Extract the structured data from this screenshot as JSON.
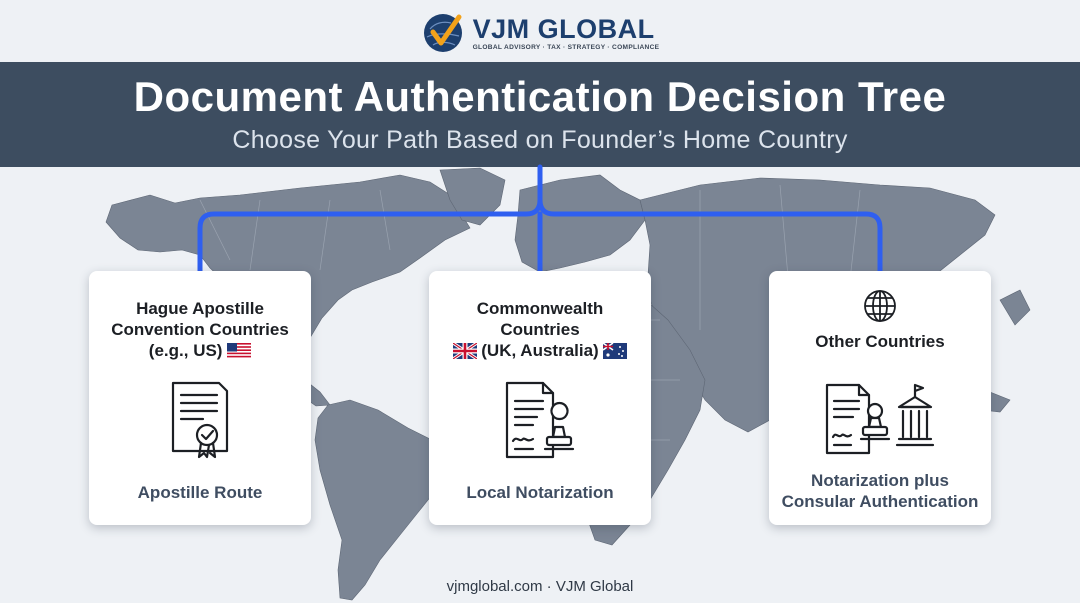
{
  "brand": {
    "name": "VJM GLOBAL",
    "tagline": "GLOBAL ADVISORY · TAX · STRATEGY · COMPLIANCE"
  },
  "header": {
    "title": "Document Authentication Decision Tree",
    "subtitle": "Choose Your Path Based on Founder’s Home Country"
  },
  "cards": [
    {
      "title_lines": [
        "Hague Apostille",
        "Convention Countries",
        "(e.g., US)"
      ],
      "icon": "apostille-certificate-icon",
      "flag": "us-flag-icon",
      "label": "Apostille Route"
    },
    {
      "title_lines": [
        "Commonwealth",
        "Countries",
        "(UK, Australia)"
      ],
      "icon": "notarized-document-stamp-icon",
      "flags": [
        "uk-flag-icon",
        "australia-flag-icon"
      ],
      "label": "Local Notarization"
    },
    {
      "title_lines": [
        "Other Countries"
      ],
      "icon": "document-stamp-and-government-building-icon",
      "top_icon": "globe-icon",
      "label_lines": [
        "Notarization plus",
        "Consular Authentication"
      ]
    }
  ],
  "footer": "vjmglobal.com · VJM Global",
  "colors": {
    "header_bg": "#3d4d60",
    "connector": "#2f5ff0",
    "brand_navy": "#1d3f6e",
    "brand_orange": "#f3a21a",
    "map_land": "#7b8594"
  }
}
